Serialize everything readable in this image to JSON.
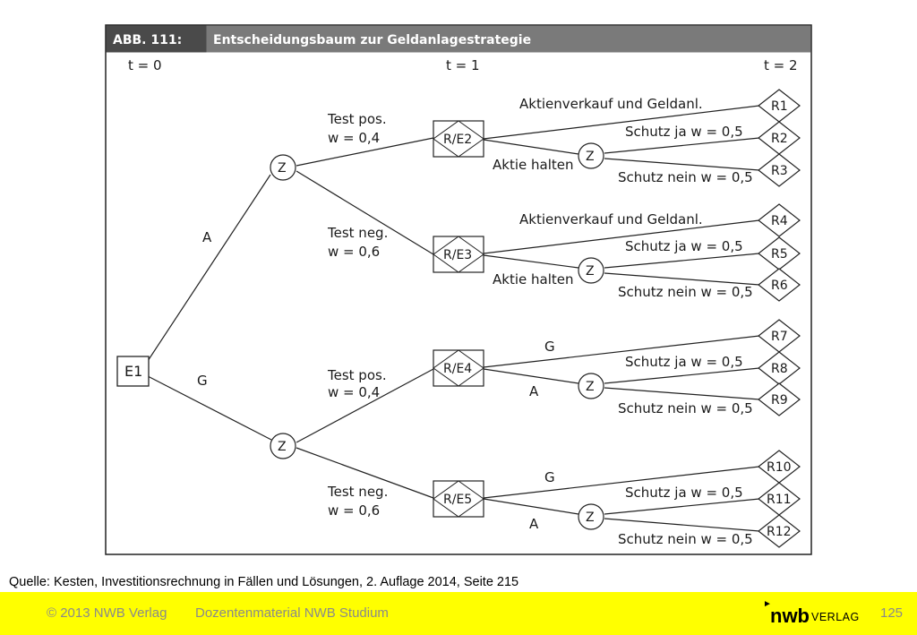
{
  "figure": {
    "label": "ABB. 111:",
    "title": "Entscheidungsbaum zur Geldanlagestrategie",
    "time_labels": [
      "t = 0",
      "t = 1",
      "t = 2"
    ],
    "nodes": {
      "root": "E1",
      "chance": "Z",
      "decisions": [
        "R/E2",
        "R/E3",
        "R/E4",
        "R/E5"
      ],
      "results": [
        "R1",
        "R2",
        "R3",
        "R4",
        "R5",
        "R6",
        "R7",
        "R8",
        "R9",
        "R10",
        "R11",
        "R12"
      ]
    },
    "edge_labels": {
      "A": "A",
      "G": "G",
      "test_pos_1": "Test pos.",
      "test_pos_2": "w = 0,4",
      "test_neg_1": "Test neg.",
      "test_neg_2": "w = 0,6",
      "sell": "Aktienverkauf und Geldanl.",
      "hold": "Aktie halten",
      "protect_yes": "Schutz ja w = 0,5",
      "protect_no": "Schutz nein w = 0,5"
    }
  },
  "source": "Quelle: Kesten, Investitionsrechnung in Fällen und Lösungen, 2. Auflage 2014, Seite 215",
  "footer": {
    "copyright": "© 2013 NWB Verlag",
    "material": "Dozentenmaterial NWB Studium",
    "logo_main": "nwb",
    "logo_sub": "VERLAG",
    "page_number": "125"
  }
}
